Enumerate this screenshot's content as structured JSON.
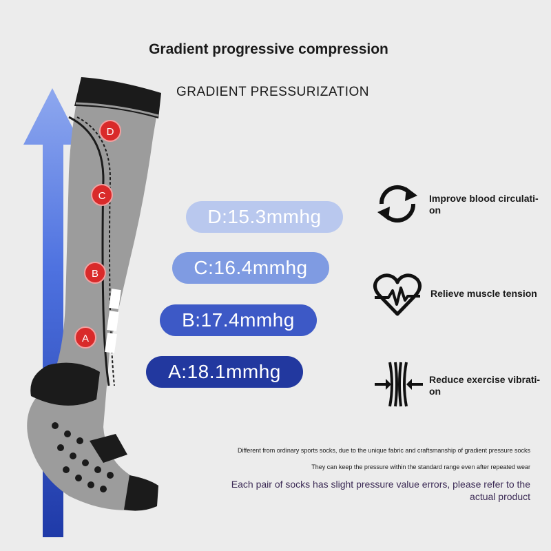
{
  "title": "Gradient progressive compression",
  "subtitle": "GRADIENT PRESSURIZATION",
  "markers": [
    "D",
    "C",
    "B",
    "A"
  ],
  "pressures": {
    "d": "D:15.3mmhg",
    "c": "C:16.4mmhg",
    "b": "B:17.4mmhg",
    "a": "A:18.1mmhg"
  },
  "benefits": [
    {
      "label": "Improve blood circulati-on",
      "icon": "rotation-arrows-icon"
    },
    {
      "label": "Relieve muscle tension",
      "icon": "heartbeat-icon"
    },
    {
      "label": "Reduce exercise vibrati-on",
      "icon": "compression-lines-icon"
    }
  ],
  "notes": [
    "Different from ordinary sports socks, due to the unique fabric and craftsmanship of gradient pressure socks",
    "They can keep the pressure within the standard range even after repeated wear",
    "Each pair of socks has slight pressure value errors, please refer to the actual product"
  ],
  "colors": {
    "background": "#ececec",
    "arrow": "#3a5ad0",
    "marker": "#d92a2a",
    "pill_d": "#b9c8ee",
    "pill_c": "#7f9be2",
    "pill_b": "#3d59c6",
    "pill_a": "#22389f"
  }
}
